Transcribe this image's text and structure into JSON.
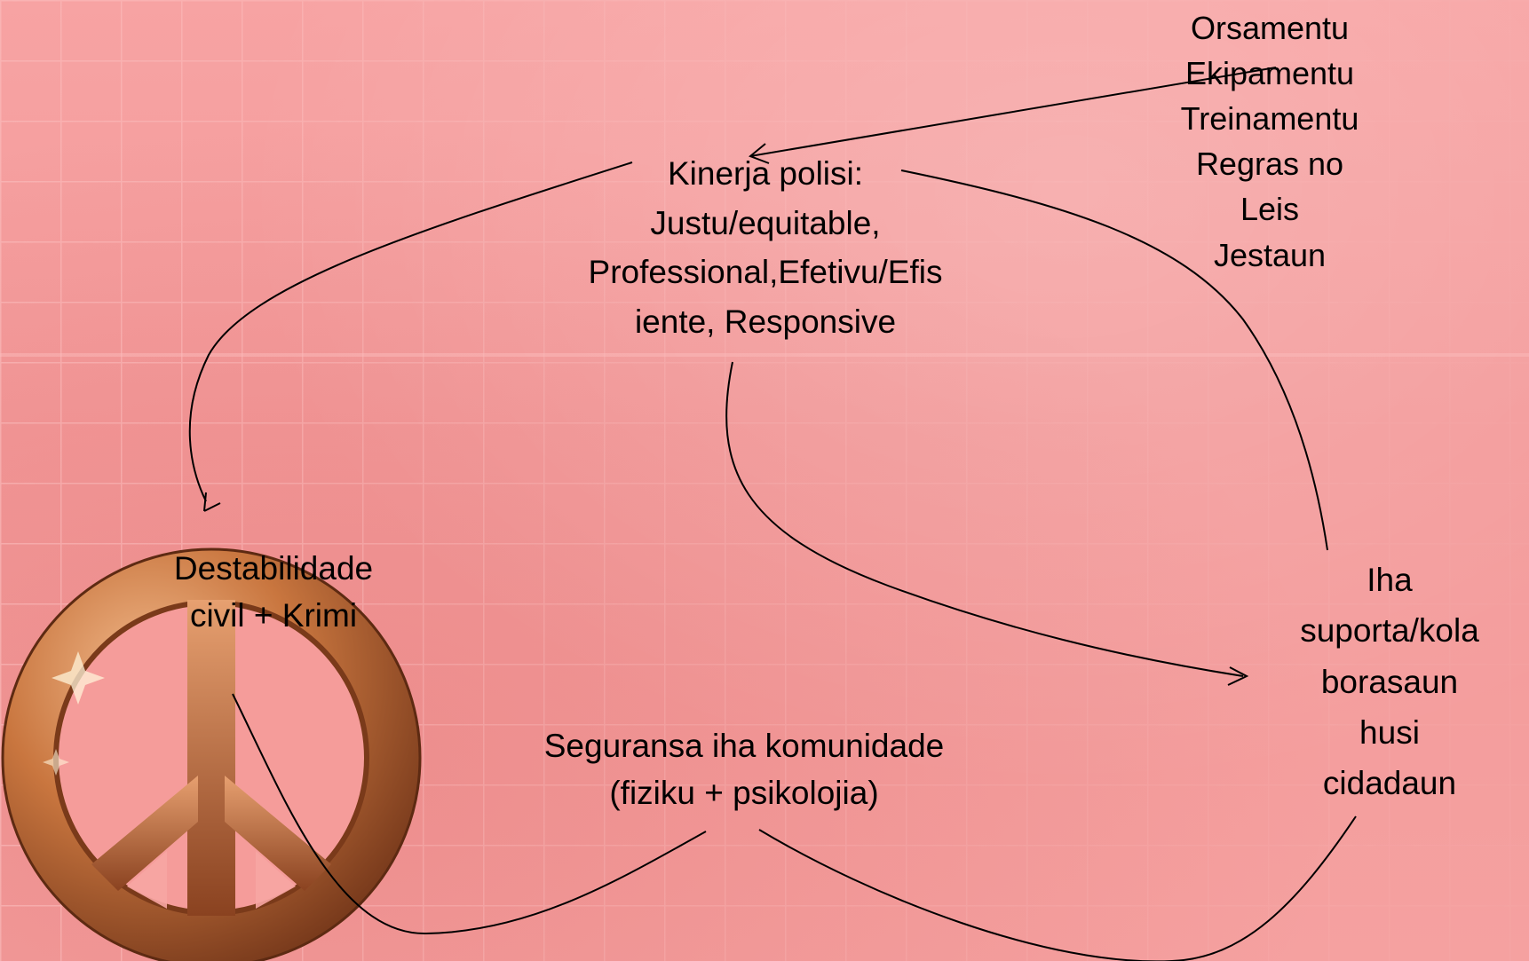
{
  "top_right_list": [
    "Orsamentu",
    "Ekipamentu",
    "Treinamentu",
    "Regras no",
    "Leis",
    "Jestaun"
  ],
  "kinerja_lines": [
    "Kinerja polisi:",
    "Justu/equitable,",
    "Professional,Efetivu/Efis",
    "iente, Responsive"
  ],
  "destabilidade_lines": [
    "Destabilidade",
    "civil + Krimi"
  ],
  "seguransa_lines": [
    "Seguransa iha komunidade",
    "(fiziku + psikolojia)"
  ],
  "iha_lines": [
    "Iha",
    "suporta/kola",
    "borasaun",
    "husi",
    "cidadaun"
  ],
  "colors": {
    "background": "#f49d9d",
    "grid": "#f7b2b2",
    "line": "#000000",
    "peace_symbol": "#c8703e"
  },
  "icons": [
    "peace-symbol-icon"
  ]
}
